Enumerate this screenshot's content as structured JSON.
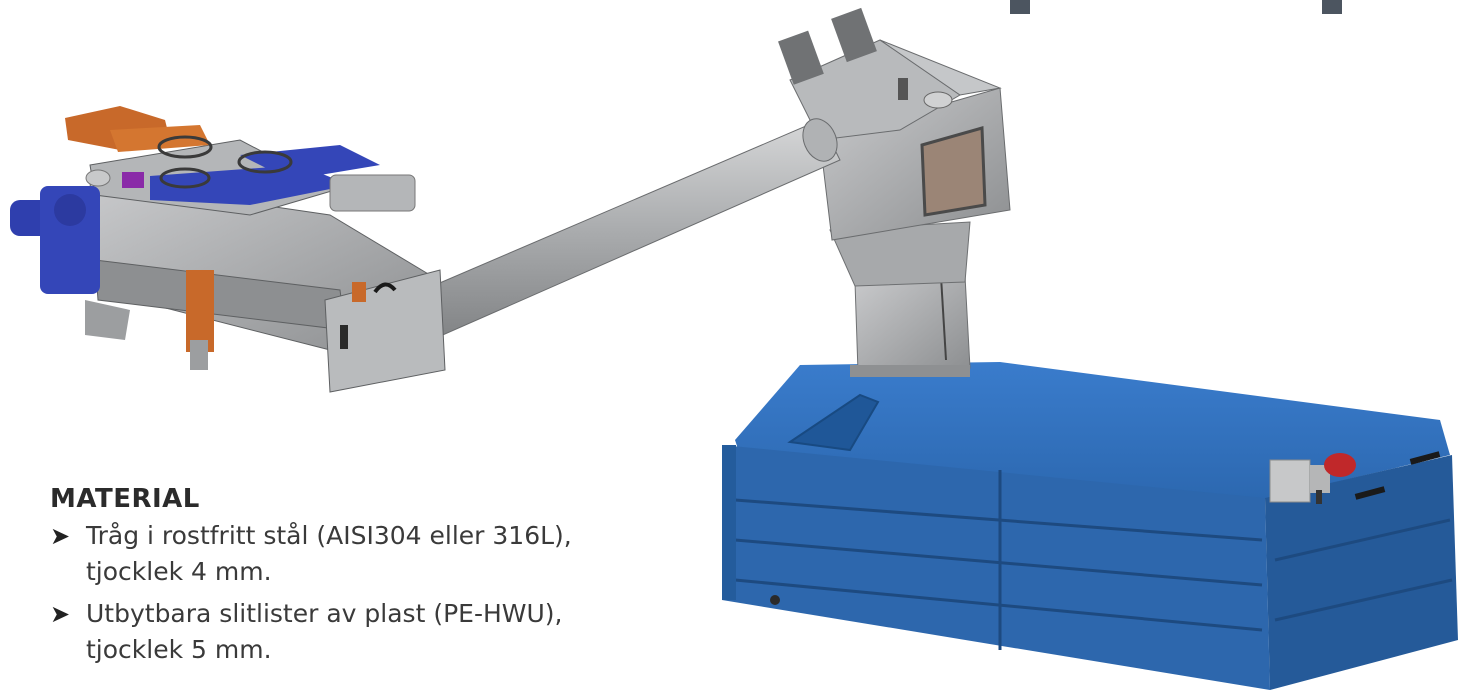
{
  "material": {
    "heading": "MATERIAL",
    "items": [
      {
        "line1": "Tråg i rostfritt stål (AISI304 eller 316L),",
        "line2": "tjocklek 4 mm."
      },
      {
        "line1": "Utbytbara slitlister av plast (PE-HWU),",
        "line2": "tjocklek 5 mm."
      }
    ],
    "bullet_glyph": "➤"
  },
  "colors": {
    "container_blue": "#2f6fb8",
    "steel_gray": "#a6a8aa",
    "gearmotor_blue": "#3446b8",
    "actuator_orange": "#c8692a",
    "accent_purple": "#8a2aa8",
    "motor_red": "#c0282a"
  },
  "illustration": {
    "parts": [
      "screw-conveyor-feeder",
      "inclined-screw-conveyor",
      "transfer-hopper",
      "container-skip"
    ]
  }
}
